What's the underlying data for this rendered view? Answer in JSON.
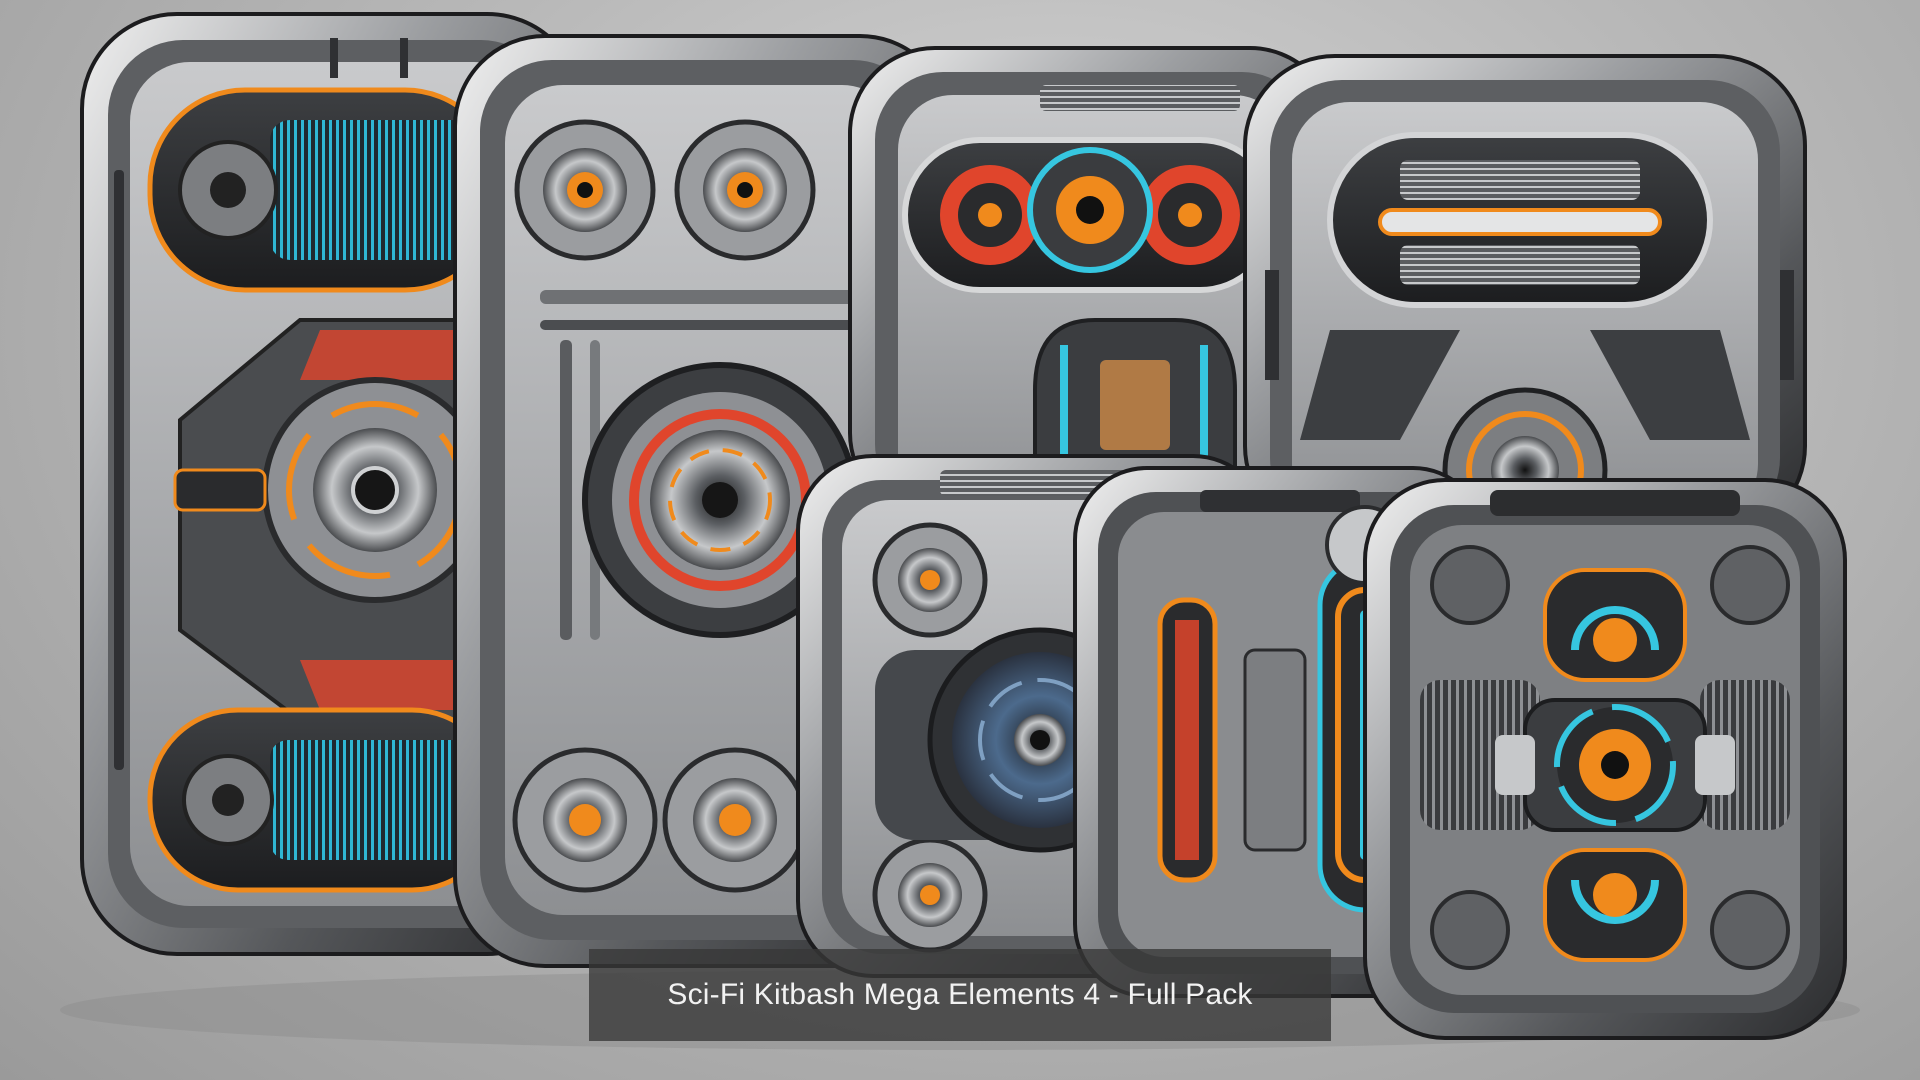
{
  "caption": "Sci-Fi Kitbash Mega Elements 4 - Full Pack",
  "colors": {
    "background": "#bcbcbc",
    "metal_dark": "#2e2f31",
    "metal_mid": "#7c7e81",
    "metal_light": "#d9dadb",
    "accent_orange": "#f08a1c",
    "accent_red": "#e0452c",
    "accent_cyan": "#36c6e0"
  },
  "panels": [
    {
      "id": "panel-1",
      "theme": "orange-cyan"
    },
    {
      "id": "panel-2",
      "theme": "silver-orange"
    },
    {
      "id": "panel-3",
      "theme": "red-cyan"
    },
    {
      "id": "panel-4",
      "theme": "grey-orange"
    },
    {
      "id": "panel-5",
      "theme": "blue-silver"
    },
    {
      "id": "panel-6",
      "theme": "orange-cyan-vertical"
    },
    {
      "id": "panel-7",
      "theme": "orange-cyan-symmetric"
    }
  ]
}
